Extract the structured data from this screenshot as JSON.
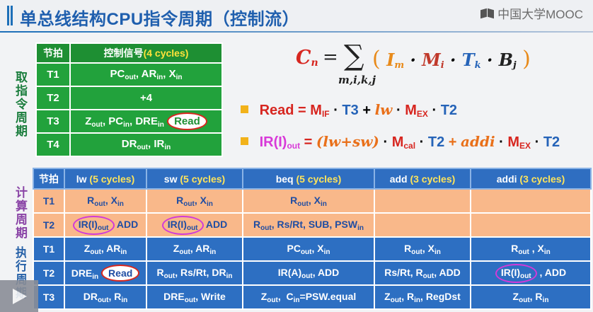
{
  "header": {
    "title": "单总线结构CPU指令周期（控制流）",
    "logo_text": "中国大学MOOC"
  },
  "side_labels": {
    "fetch": "取指令周期",
    "compute": "计算周期",
    "execute": "执行周期"
  },
  "fetch_table": {
    "header_stage": "节拍",
    "header_signal": "控制信号",
    "header_cycles": "(4 cycles)",
    "rows": [
      {
        "stage": "T1",
        "signal": "PCout, ARin, Xin"
      },
      {
        "stage": "T2",
        "signal": "+4"
      },
      {
        "stage": "T3",
        "signal_prefix": "Zout, PCin, DREin",
        "signal_circled": "Read"
      },
      {
        "stage": "T4",
        "signal": "DRout, IRin"
      }
    ]
  },
  "formula": {
    "lhs": "C",
    "lhs_sub": "n",
    "equals": "=",
    "sum_symbol": "∑",
    "sum_index": "m,i,k,j",
    "open_paren": "(",
    "close_paren": ")",
    "term_im": "I",
    "term_im_sub": "m",
    "term_mi": "M",
    "term_mi_sub": "i",
    "term_tk": "T",
    "term_tk_sub": "k",
    "term_bj": "B",
    "term_bj_sub": "j",
    "dot": "·"
  },
  "bullets": {
    "read": {
      "label": "Read",
      "equals": "=",
      "m_if": "M",
      "m_if_sub": "IF",
      "t3": "T3",
      "plus": "+",
      "lw": "lw",
      "m_ex": "M",
      "m_ex_sub": "EX",
      "t2": "T2"
    },
    "irout": {
      "label": "IR(I)",
      "label_sub": "out",
      "equals": "=",
      "lw_sw": "(lw+sw)",
      "m_cal": "M",
      "m_cal_sub": "cal",
      "t2": "T2",
      "plus": "+",
      "addi": "addi",
      "m_ex": "M",
      "m_ex_sub": "EX",
      "t2b": "T2"
    }
  },
  "main_table": {
    "header_stage": "节拍",
    "columns": [
      {
        "name": "lw",
        "cycles": "(5 cycles)"
      },
      {
        "name": "sw",
        "cycles": "(5 cycles)"
      },
      {
        "name": "beq",
        "cycles": "(5 cycles)"
      },
      {
        "name": "add",
        "cycles": "(3 cycles)"
      },
      {
        "name": "addi",
        "cycles": "(3 cycles)"
      }
    ],
    "calc_t1": {
      "stage": "T1",
      "lw": "Rout, Xin",
      "sw": "Rout, Xin",
      "beq": "Rout, Xin"
    },
    "calc_t2": {
      "stage": "T2",
      "lw_circled": "IR(I)out",
      "lw_rest": "ADD",
      "sw_circled": "IR(I)out",
      "sw_rest": "ADD",
      "beq": "Rout, Rs/Rt, SUB, PSWin"
    },
    "exec_t1": {
      "stage": "T1",
      "lw": "Zout, ARin",
      "sw": "Zout, ARin",
      "beq": "PCout, Xin",
      "add": "Rout, Xin",
      "addi": "Rout , Xin"
    },
    "exec_t2": {
      "stage": "T2",
      "lw_prefix": "DREin",
      "lw_circled": "Read",
      "sw": "Rout, Rs/Rt, DRin",
      "beq": "IR(A)out, ADD",
      "add": "Rs/Rt, Rout, ADD",
      "addi_circled": "IR(I)out",
      "addi_rest": ", ADD"
    },
    "exec_t3": {
      "stage": "T3",
      "lw": "DRout, Rin",
      "sw": "DREout, Write",
      "beq": "Zout, Cin=PSW.equal",
      "add": "Zout, Rin, RegDst",
      "addi": "Zout, Rin"
    }
  },
  "player": {
    "icon": "play-icon"
  },
  "colors": {
    "title_blue": "#1f5fae",
    "fetch_green": "#22a23c",
    "calc_orange": "#f9b88a",
    "exec_blue": "#2d6fc2",
    "circle_red": "#d8271e",
    "circle_purple": "#d23ad8"
  }
}
